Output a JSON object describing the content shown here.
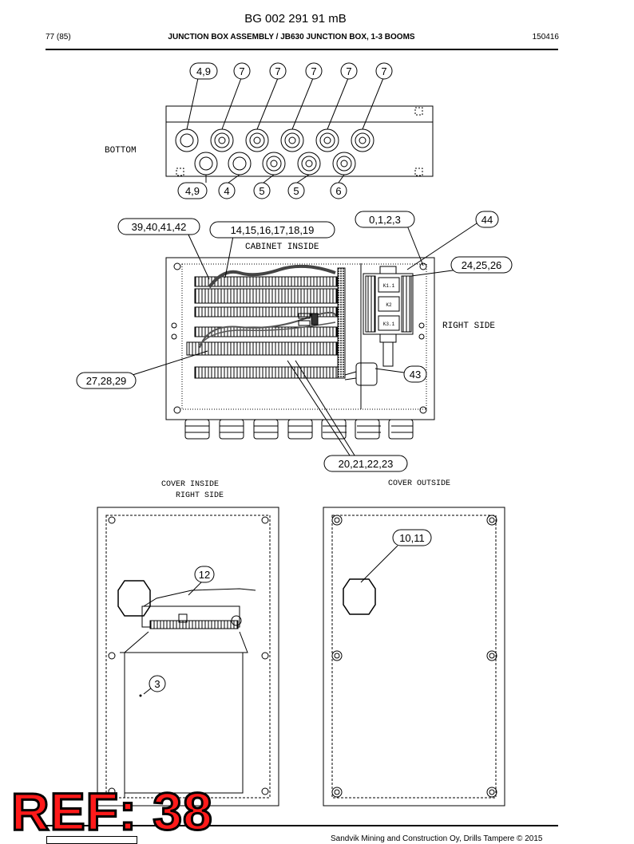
{
  "header": {
    "doc_id": "BG 002 291 91 mB",
    "page": "77 (85)",
    "title": "JUNCTION BOX ASSEMBLY / JB630 JUNCTION BOX, 1-3 BOOMS",
    "date_code": "150416"
  },
  "views": {
    "bottom": "BOTTOM",
    "cabinet_inside": "CABINET INSIDE",
    "right_side": "RIGHT SIDE",
    "cover_inside": "COVER INSIDE",
    "cover_inside_right": "RIGHT SIDE",
    "cover_outside": "COVER OUTSIDE"
  },
  "callouts": {
    "c1": "4,9",
    "c2": "7",
    "c3": "7",
    "c4": "7",
    "c5": "7",
    "c6": "7",
    "c7": "4,9",
    "c8": "4",
    "c9": "5",
    "c10": "5",
    "c11": "6",
    "c12": "39,40,41,42",
    "c13": "14,15,16,17,18,19",
    "c14": "0,1,2,3",
    "c15": "44",
    "c16": "24,25,26",
    "c17": "43",
    "c18": "27,28,29",
    "c19": "20,21,22,23",
    "c20": "10,11",
    "c21": "12",
    "c22": "3"
  },
  "relays": {
    "k1": "K1.1",
    "k2": "K2",
    "k3": "K3.1"
  },
  "ref_stamp": "REF: 38",
  "footer": "Sandvik Mining and Construction Oy, Drills Tampere © 2015"
}
